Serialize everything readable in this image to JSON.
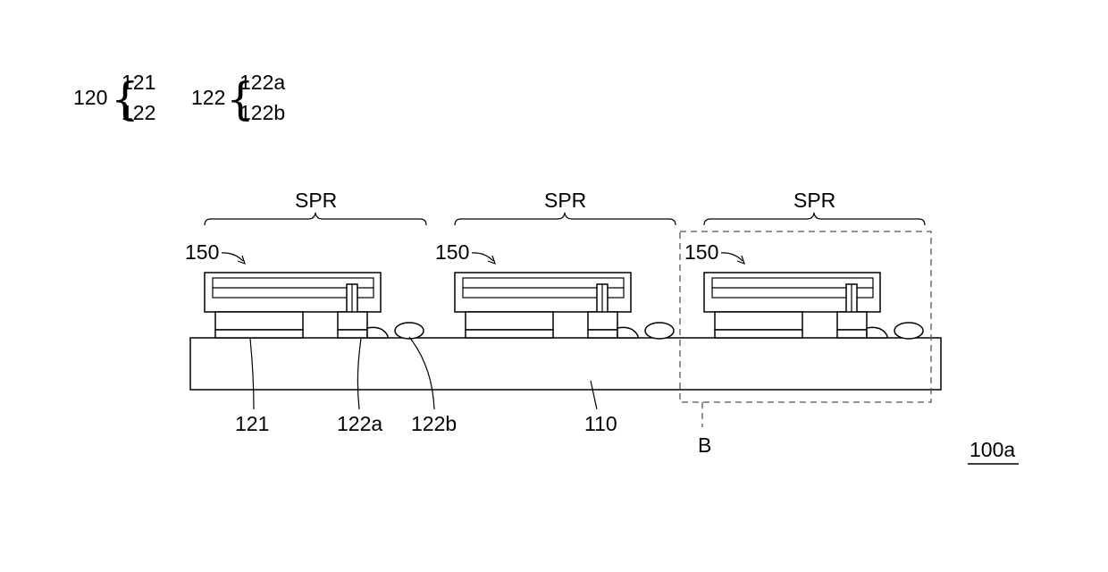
{
  "legend": {
    "group_120": {
      "label": "120",
      "items": [
        "121",
        "122"
      ]
    },
    "group_122": {
      "label": "122",
      "items": [
        "122a",
        "122b"
      ]
    }
  },
  "region_label": "SPR",
  "unit_label": "150",
  "callouts": {
    "first_bump": "121",
    "second_bump_a": "122a",
    "second_bump_b": "122b",
    "substrate": "110",
    "detail_box": "B"
  },
  "figure_id": "100a"
}
